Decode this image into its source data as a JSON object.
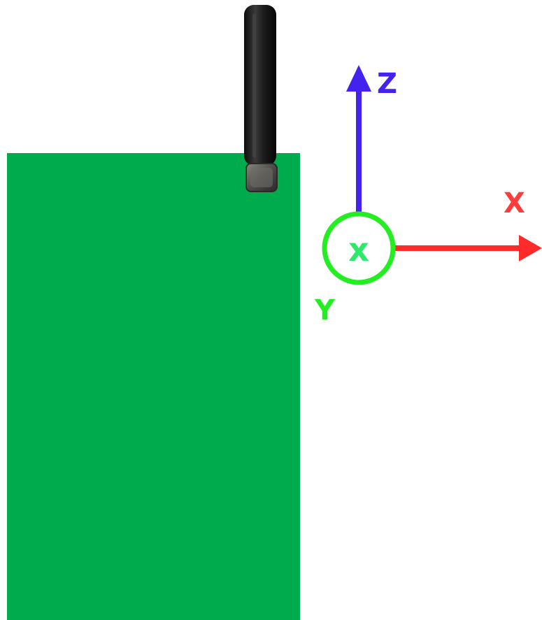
{
  "axes": {
    "x": {
      "label": "X",
      "color": "#ff2a2a",
      "label_color": "#ff3b3b"
    },
    "y": {
      "label": "Y",
      "color": "#22ee22",
      "symbol": "x",
      "symbol_color": "#2ee86a"
    },
    "z": {
      "label": "Z",
      "color": "#4422ee"
    }
  },
  "board": {
    "color": "#00ab4e"
  },
  "antenna": {
    "color": "#1e1e1e",
    "connector_color": "#55534f"
  }
}
